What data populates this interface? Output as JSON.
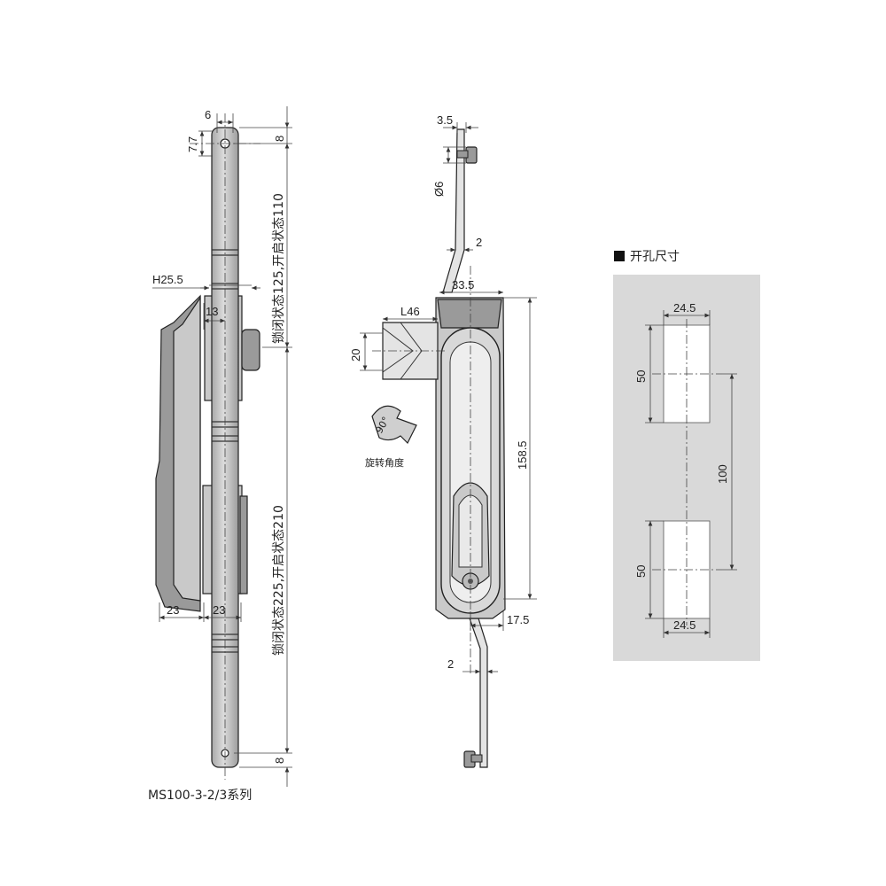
{
  "drawing": {
    "series_label": "MS100-3-2/3系列",
    "rotation_label": "旋转角度",
    "rotation_angle": "90°",
    "cutout_title": "开孔尺寸",
    "side_view": {
      "dim_top_width": "6",
      "dim_hole": "7.7",
      "dim_top_end": "8",
      "dim_bottom_end": "8",
      "dim_handle_h": "H25.5",
      "dim_13": "13",
      "dim_23_left": "23",
      "dim_23_right": "23",
      "rod_upper_note": "锁闭状态125,开启状态110",
      "rod_lower_note": "锁闭状态225,开启状态210"
    },
    "front_view": {
      "dim_3_5": "3.5",
      "dim_diameter": "Ø6",
      "dim_offset_top": "2",
      "dim_33_5": "33.5",
      "dim_L46": "L46",
      "dim_20": "20",
      "dim_158_5": "158.5",
      "dim_17_5": "17.5",
      "dim_offset_bottom": "2"
    },
    "cutout": {
      "top_width": "24.5",
      "top_height": "50",
      "spacing": "100",
      "bottom_height": "50",
      "bottom_width": "24.5"
    }
  }
}
